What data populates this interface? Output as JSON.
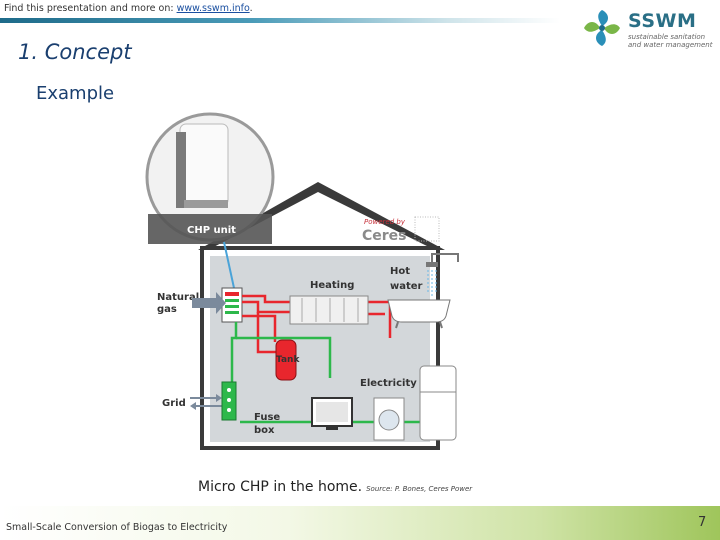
{
  "header": {
    "promo_text": "Find this presentation and more on: ",
    "promo_link": "www.sswm.info",
    "promo_end": "."
  },
  "logo": {
    "name": "SSWM",
    "tagline_line1": "sustainable sanitation",
    "tagline_line2": "and water management"
  },
  "slide": {
    "section_title": "1. Concept",
    "subtitle": "Example"
  },
  "diagram": {
    "chp_unit_label": "CHP unit",
    "powered_by": "Powered by",
    "brand": "Ceres",
    "heating_label": "Heating",
    "hot_water_line1": "Hot",
    "hot_water_line2": "water",
    "natural_gas_line1": "Natural",
    "natural_gas_line2": "gas",
    "tank_label": "Tank",
    "electricity_label": "Electricity",
    "grid_label": "Grid",
    "fuse_box_line1": "Fuse",
    "fuse_box_line2": "box",
    "colors": {
      "pipe_hot": "#e8262d",
      "pipe_electric": "#2db84b",
      "house_wall": "#cfd3d6",
      "tank": "#e8262d"
    }
  },
  "caption": {
    "text": "Micro CHP in the home.",
    "source": "Source: P. Bones, Ceres Power"
  },
  "footer": {
    "title": "Small-Scale Conversion of Biogas to Electricity",
    "page_number": "7"
  }
}
